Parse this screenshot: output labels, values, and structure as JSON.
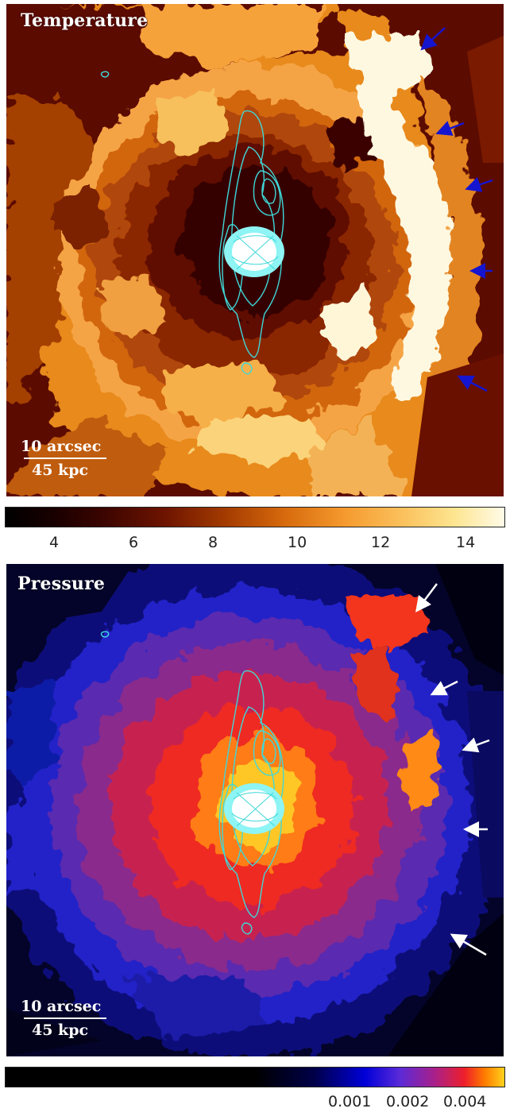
{
  "panels": {
    "temperature": {
      "title": "Temperature",
      "scale_top": "10 arcsec",
      "scale_bottom": "45 kpc",
      "arrow_color": "#1515d0",
      "colorbar_ticks": [
        "4",
        "6",
        "8",
        "10",
        "12",
        "14"
      ]
    },
    "pressure": {
      "title": "Pressure",
      "scale_top": "10 arcsec",
      "scale_bottom": "45 kpc",
      "arrow_color": "#ffffff",
      "colorbar_ticks": [
        "0.001",
        "0.002",
        "0.004"
      ]
    }
  },
  "contour_color": "#3fd8d8"
}
